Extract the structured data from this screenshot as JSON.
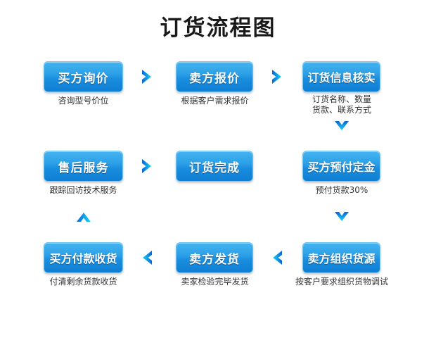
{
  "title": "订货流程图",
  "colors": {
    "node_top": "#44b3ef",
    "node_bottom": "#0f7ed3",
    "node_border": "#77c6f2",
    "node_text": "#ffffff",
    "caption_text": "#333333",
    "title_text": "#1a1a1a",
    "arrow_dark": "#0b63d6",
    "arrow_light": "#18d6f5",
    "background": "#ffffff"
  },
  "nodes": [
    {
      "id": "buyer-inquiry",
      "label": "买方询价",
      "caption": "咨询型号价位",
      "caption2": ""
    },
    {
      "id": "seller-quote",
      "label": "卖方报价",
      "caption": "根据客户需求报价",
      "caption2": ""
    },
    {
      "id": "order-verify",
      "label": "订货信息核实",
      "caption": "订货名称、数量",
      "caption2": "货款、联系方式"
    },
    {
      "id": "after-sales",
      "label": "售后服务",
      "caption": "跟踪回访技术服务",
      "caption2": ""
    },
    {
      "id": "order-complete",
      "label": "订货完成",
      "caption": "",
      "caption2": ""
    },
    {
      "id": "buyer-deposit",
      "label": "买方预付定金",
      "caption": "预付货款30%",
      "caption2": ""
    },
    {
      "id": "buyer-pay-receive",
      "label": "买方付款收货",
      "caption": "付清剩余货款收货",
      "caption2": ""
    },
    {
      "id": "seller-ship",
      "label": "卖方发货",
      "caption": "卖家检验完毕发货",
      "caption2": ""
    },
    {
      "id": "seller-source",
      "label": "卖方组织货源",
      "caption": "按客户要求组织货物调试",
      "caption2": ""
    }
  ],
  "arrows": [
    {
      "id": "arrow-r1-1",
      "direction": "right"
    },
    {
      "id": "arrow-r1-2",
      "direction": "right"
    },
    {
      "id": "arrow-col3-down-1",
      "direction": "down"
    },
    {
      "id": "arrow-r2-1",
      "direction": "right"
    },
    {
      "id": "arrow-col3-down-2",
      "direction": "down"
    },
    {
      "id": "arrow-col1-up",
      "direction": "up"
    },
    {
      "id": "arrow-r3-1",
      "direction": "left"
    },
    {
      "id": "arrow-r3-2",
      "direction": "left"
    }
  ]
}
